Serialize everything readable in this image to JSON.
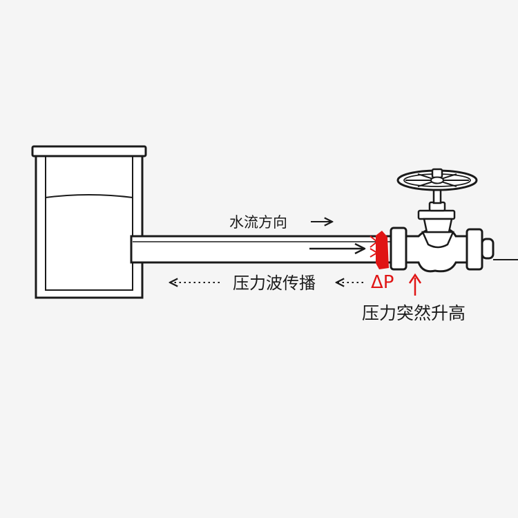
{
  "labels": {
    "flow_direction": "水流方向",
    "wave_propagation": "压力波传播",
    "delta_p": "ΔP",
    "pressure_rise": "压力突然升高"
  },
  "colors": {
    "line": "#1a1a1a",
    "accent": "#e01515",
    "background": "#f5f5f5",
    "fill": "#ffffff"
  },
  "icons": {
    "flow_arrow": "arrow-right-icon",
    "wave_arrow": "dotted-arrow-left-icon",
    "pressure_up": "arrow-up-icon"
  }
}
